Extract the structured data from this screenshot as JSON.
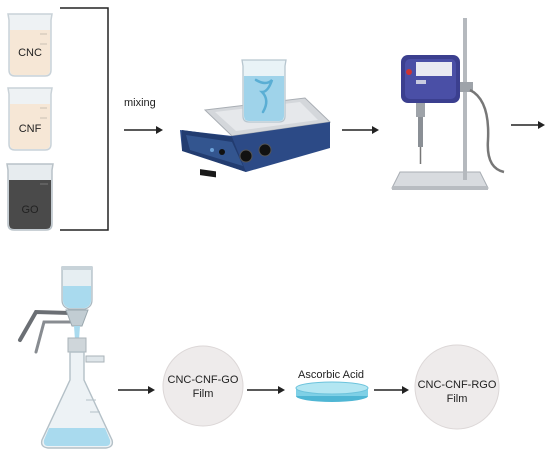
{
  "beakers": {
    "cnc": {
      "label": "CNC",
      "liquid_color": "#f6e7d6"
    },
    "cnf": {
      "label": "CNF",
      "liquid_color": "#f6e7d6"
    },
    "go": {
      "label": "GO",
      "liquid_color": "#4a4a4a"
    }
  },
  "steps": {
    "mixing": "mixing",
    "ascorbic_acid": "Ascorbic Acid"
  },
  "films": {
    "go_film": {
      "line1": "CNC-CNF-GO",
      "line2": "Film"
    },
    "rgo_film": {
      "line1": "CNC-CNF-RGO",
      "line2": "Film"
    }
  },
  "colors": {
    "arrow": "#222222",
    "glass": "#d9e4ea",
    "water": "#9fd3ea",
    "hotplate_body": "#2c4a86",
    "homogenizer_body": "#3b3f8f",
    "film_disc": "#eeebeb",
    "petri": "#7fd0e6"
  }
}
